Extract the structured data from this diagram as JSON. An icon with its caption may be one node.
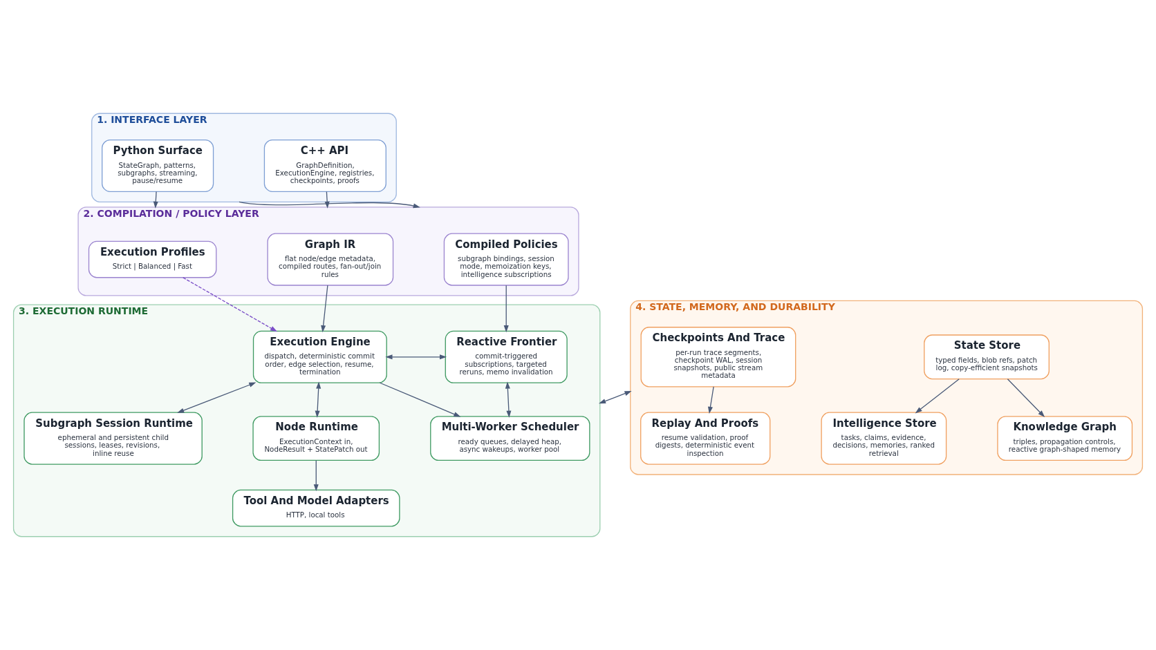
{
  "diagram": {
    "nodes": [
      {
        "text": [
          "1. INTERFACE LAYER"
        ]
      },
      {
        "text": [
          "C++ API",
          "GraphDefinition, ExecutionEngine, registries, checkpoints, proofs"
        ],
        "in": 0
      },
      {
        "text": [
          "Python Surface",
          "StateGraph, patterns, subgraphs, streaming, pause/resume"
        ],
        "in": 0
      },
      {
        "text": [
          "2. COMPILATION / POLICY LAYER"
        ]
      },
      {
        "text": [
          "Graph IR",
          "flat node/edge metadata, compiled routes, fan-out/join rules"
        ],
        "in": 3
      },
      {
        "text": [
          "Compiled Policies",
          "subgraph bindings, session mode, memoization keys, intelligence subscriptions"
        ],
        "in": 3
      },
      {
        "text": [
          "Execution Profiles",
          "Strict | Balanced | Fast"
        ],
        "in": 3
      },
      {
        "text": [
          "3. EXECUTION RUNTIME"
        ]
      },
      {
        "text": [
          "Execution Engine",
          "dispatch, deterministic commit order, edge selection, resume, termination"
        ],
        "in": 7
      },
      {
        "text": [
          "Reactive Frontier",
          "commit-triggered subscriptions, targeted reruns, memo invalidation"
        ],
        "in": 7
      },
      {
        "text": [
          "Subgraph Session Runtime",
          "ephemeral and persistent child sessions, leases, revisions, inline reuse"
        ],
        "in": 7
      },
      {
        "text": [
          "Node Runtime",
          "ExecutionContext in, NodeResult + StatePatch out"
        ],
        "in": 7
      },
      {
        "text": [
          "Multi-Worker Scheduler",
          "ready queues, delayed heap, async wakeups, worker pool"
        ],
        "in": 7
      },
      {
        "text": [
          "Tool And Model Adapters",
          "HTTP, local tools"
        ],
        "in": 7
      },
      {
        "text": [
          "4. STATE, MEMORY, AND DURABILITY"
        ]
      },
      {
        "text": [
          "State Store",
          "typed fields, blob refs, patch log, copy-efficient snapshots"
        ],
        "in": 14
      },
      {
        "text": [
          "Checkpoints And Trace",
          "per-run trace segments, checkpoint WAL, session snapshots, public stream metadata"
        ],
        "in": 14
      },
      {
        "text": [
          "Intelligence Store",
          "tasks, claims, evidence, decisions, memories, ranked retrieval"
        ],
        "in": 14
      },
      {
        "text": [
          "Knowledge Graph",
          "triples, propagation controls, reactive graph-shaped memory"
        ],
        "in": 14
      },
      {
        "text": [
          "Replay And Proofs",
          "resume validation, proof digests, deterministic event inspection"
        ],
        "in": 14
      }
    ],
    "edges": [
      {
        "from": 1,
        "to": 3,
        "arrow": "to"
      },
      {
        "from": 0,
        "to": 3,
        "arrow": "to"
      },
      {
        "from": 2,
        "to": 3,
        "arrow": "to"
      },
      {
        "from": 4,
        "to": 8,
        "arrow": "to"
      },
      {
        "from": 6,
        "to": 8,
        "arrow": "to",
        "style": "dashed",
        "color": "#7b4fc8"
      },
      {
        "from": 5,
        "to": 9,
        "arrow": "to"
      },
      {
        "from": 8,
        "to": 9,
        "arrow": "both"
      },
      {
        "from": 8,
        "to": 10,
        "arrow": "both"
      },
      {
        "from": 8,
        "to": 11,
        "arrow": "both"
      },
      {
        "from": 8,
        "to": 12,
        "arrow": "to"
      },
      {
        "from": 12,
        "to": 9,
        "arrow": "both"
      },
      {
        "from": 11,
        "to": 13,
        "arrow": "to"
      },
      {
        "from": 7,
        "to": 14,
        "arrow": "both"
      },
      {
        "from": 15,
        "to": 17,
        "arrow": "to"
      },
      {
        "from": 15,
        "to": 18,
        "arrow": "to"
      },
      {
        "from": 16,
        "to": 19,
        "arrow": "to"
      }
    ]
  }
}
